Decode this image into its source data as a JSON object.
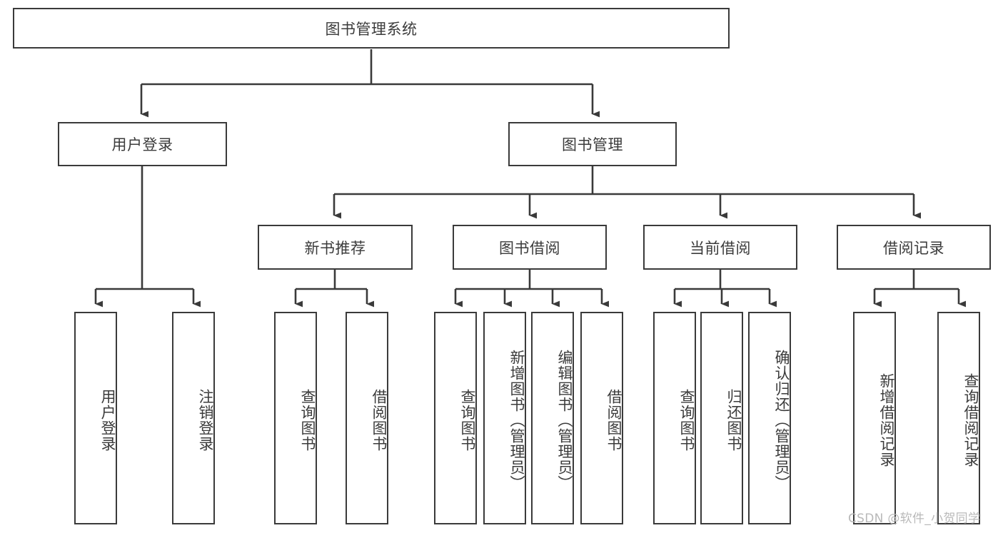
{
  "diagram": {
    "title_node": {
      "label": "图书管理系统"
    },
    "level1": [
      {
        "id": "user-login",
        "label": "用户登录"
      },
      {
        "id": "book-management",
        "label": "图书管理"
      }
    ],
    "level2": [
      {
        "id": "new-book-recommend",
        "label": "新书推荐"
      },
      {
        "id": "book-borrow",
        "label": "图书借阅"
      },
      {
        "id": "current-borrow",
        "label": "当前借阅"
      },
      {
        "id": "borrow-record",
        "label": "借阅记录"
      }
    ],
    "leaves": {
      "user_login": [
        {
          "id": "leaf-user-login",
          "label": "用户登录"
        },
        {
          "id": "leaf-logout-login",
          "label": "注销登录"
        }
      ],
      "new_book_recommend": [
        {
          "id": "leaf-query-book-1",
          "label": "查询图书"
        },
        {
          "id": "leaf-borrow-book-1",
          "label": "借阅图书"
        }
      ],
      "book_borrow": [
        {
          "id": "leaf-query-book-2",
          "label": "查询图书"
        },
        {
          "id": "leaf-add-book",
          "label": "新增图书（管理员）"
        },
        {
          "id": "leaf-edit-book",
          "label": "编辑图书（管理员）"
        },
        {
          "id": "leaf-borrow-book-2",
          "label": "借阅图书"
        }
      ],
      "current_borrow": [
        {
          "id": "leaf-query-book-3",
          "label": "查询图书"
        },
        {
          "id": "leaf-return-book",
          "label": "归还图书"
        },
        {
          "id": "leaf-confirm-return",
          "label": "确认归还（管理员）"
        }
      ],
      "borrow_record": [
        {
          "id": "leaf-add-record",
          "label": "新增借阅记录"
        },
        {
          "id": "leaf-query-record",
          "label": "查询借阅记录"
        }
      ]
    },
    "watermark": "CSDN @软件_小贺同学",
    "colors": {
      "stroke": "#3a3a3a",
      "text": "#3b3b3b",
      "background": "#ffffff",
      "watermark": "#b9b9b9"
    }
  }
}
